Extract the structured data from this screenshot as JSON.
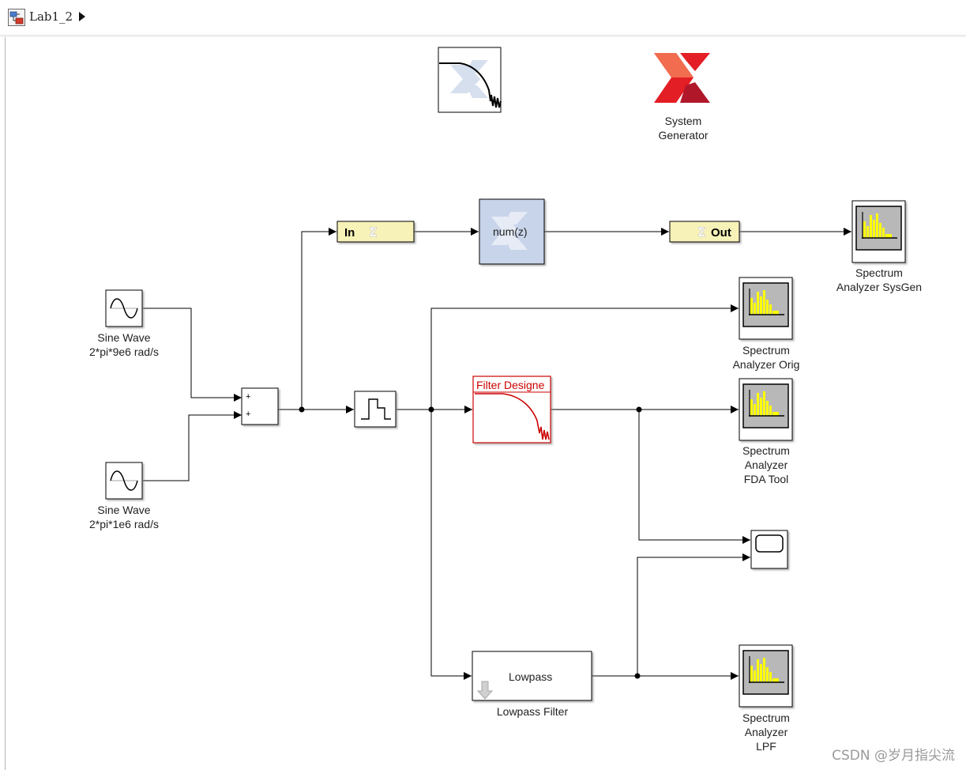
{
  "breadcrumb": {
    "model_name": "Lab1_2"
  },
  "icons": {
    "model": "simulink-model-icon",
    "breadcrumb_arrow": "triangle-right-icon",
    "xilinx_logo": "xilinx-logo-icon",
    "sine": "sine-wave-icon",
    "zoh": "zero-order-hold-icon",
    "scope": "scope-icon",
    "spectrum": "spectrum-analyzer-icon",
    "filter_response": "filter-response-icon",
    "downsample": "down-arrow-icon"
  },
  "colors": {
    "gateway_fill": "#f7f2b8",
    "fir_fill": "#c8d4ea",
    "fda_red": "#cc0000",
    "spectrum_yellow": "#ffff00",
    "xilinx_red": "#e31e24"
  },
  "blocks": {
    "sysgen_token": {
      "line1": "System",
      "line2": "Generator"
    },
    "sine1": {
      "line1": "Sine Wave",
      "line2": "2*pi*9e6 rad/s"
    },
    "sine2": {
      "line1": "Sine Wave",
      "line2": "2*pi*1e6 rad/s"
    },
    "sum": {
      "port1": "+",
      "port2": "+"
    },
    "gateway_in": {
      "label": "In"
    },
    "fir": {
      "label": "num(z)"
    },
    "gateway_out": {
      "label": "Out"
    },
    "spec_sysgen": {
      "line1": "Spectrum",
      "line2": "Analyzer SysGen"
    },
    "spec_orig": {
      "line1": "Spectrum",
      "line2": "Analyzer Orig"
    },
    "filter_designer": {
      "label": "Filter Designe"
    },
    "spec_fda": {
      "line1": "Spectrum",
      "line2": "Analyzer",
      "line3": "FDA Tool"
    },
    "lowpass": {
      "label": "Lowpass",
      "name": "Lowpass Filter"
    },
    "spec_lpf": {
      "line1": "Spectrum",
      "line2": "Analyzer",
      "line3": "LPF"
    }
  },
  "watermark": "CSDN @岁月指尖流"
}
